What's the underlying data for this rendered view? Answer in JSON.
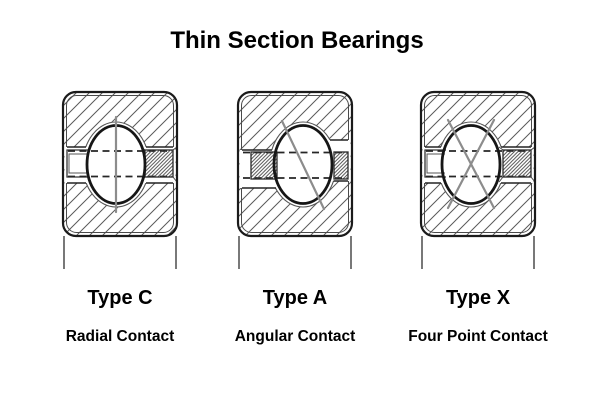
{
  "title": "Thin Section Bearings",
  "bearings": [
    {
      "type_label": "Type C",
      "contact_label": "Radial Contact",
      "contact_geometry": "radial",
      "seal_sides": [
        "right"
      ]
    },
    {
      "type_label": "Type A",
      "contact_label": "Angular Contact",
      "contact_geometry": "angular",
      "seal_sides": [
        "left",
        "right"
      ]
    },
    {
      "type_label": "Type X",
      "contact_label": "Four Point Contact",
      "contact_geometry": "four-point",
      "seal_sides": [
        "right"
      ]
    }
  ],
  "colors": {
    "background": "#ffffff",
    "diagram_line": "#1b1b1b",
    "inner_line": "#4a4a4a",
    "hatch_line": "#5a5a5a",
    "dense_hatch_line": "#4a4a4a",
    "contact_line": "#8c8c8c",
    "text": "#000000"
  }
}
